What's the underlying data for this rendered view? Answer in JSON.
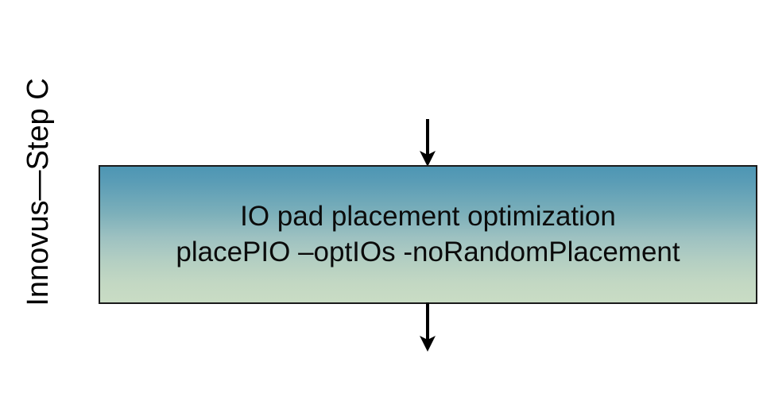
{
  "diagram": {
    "type": "flowchart",
    "side_label": "Innovus—Step C",
    "process_box": {
      "line1": "IO pad placement optimization",
      "line2": "placePIO –optIOs -noRandomPlacement",
      "fill_top_color": "#4d96b4",
      "fill_bottom_color": "#c9dcc4",
      "border_color": "#1a1a1a"
    },
    "connectors": [
      {
        "name": "incoming-arrow",
        "direction": "down",
        "glyph": "arrow-down-icon"
      },
      {
        "name": "outgoing-arrow",
        "direction": "down",
        "glyph": "arrow-down-icon"
      }
    ],
    "text_color": "#0b0b0b",
    "background_color": "#ffffff"
  }
}
